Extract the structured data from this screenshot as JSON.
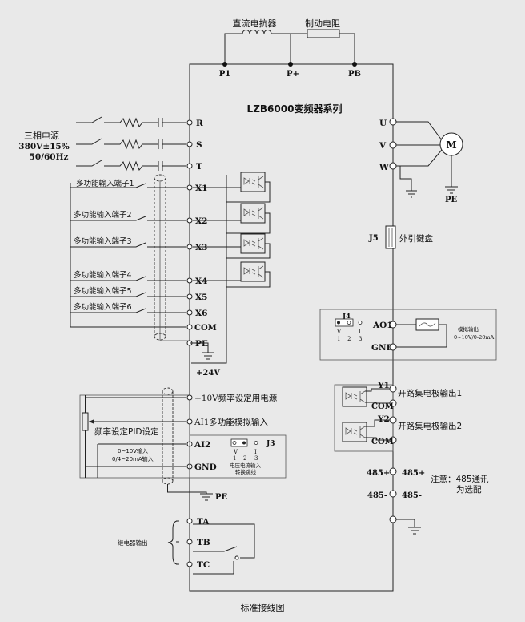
{
  "title": "LZB6000变频器系列",
  "caption": "标准接线图",
  "top": {
    "reactor": "直流电抗器",
    "resistor": "制动电阻",
    "p1": "P1",
    "pplus": "P+",
    "pb": "PB"
  },
  "power": {
    "line1": "三相电源",
    "line2": "380V±15%",
    "line3": "50/60Hz",
    "terminals": [
      "R",
      "S",
      "T"
    ]
  },
  "inputs": {
    "labels": [
      "多功能输入端子1",
      "多功能输入端子2",
      "多功能输入端子3",
      "多功能输入端子4",
      "多功能输入端子5",
      "多功能输入端子6"
    ],
    "terminals": [
      "X1",
      "X2",
      "X3",
      "X4",
      "X5",
      "X6",
      "COM",
      "PE"
    ],
    "v24": "+24V"
  },
  "analog": {
    "ref10v": "+10V频率设定用电源",
    "ai1": "AI1多功能模拟输入",
    "pid": "频率设定PID设定",
    "ai2": "AI2",
    "gnd": "GND",
    "ai2_note1": "0~10V输入",
    "ai2_note2": "0/4~20mA输入",
    "j3": "J3",
    "j3_v": "V",
    "j3_i": "I",
    "j3_n1": "1",
    "j3_n2": "2",
    "j3_n3": "3",
    "j3_note1": "电压电流输入",
    "j3_note2": "转换跳线",
    "pe": "PE"
  },
  "relay": {
    "label": "继电器输出",
    "ta": "TA",
    "tb": "TB",
    "tc": "TC"
  },
  "motor": {
    "u": "U",
    "v": "V",
    "w": "W",
    "m": "M",
    "pe": "PE"
  },
  "keyboard": {
    "j5": "J5",
    "label": "外引键盘"
  },
  "ao": {
    "j4": "J4",
    "j4_v": "V",
    "j4_i": "I",
    "j4_n1": "1",
    "j4_n2": "2",
    "j4_n3": "3",
    "ao1": "AO1",
    "gnd": "GND",
    "note1": "模拟输出",
    "note2": "0~10V/0-20mA"
  },
  "outputs": {
    "y1": "Y1",
    "y1_label": "开路集电极输出1",
    "com1": "COM",
    "y2": "Y2",
    "y2_label": "开路集电极输出2",
    "com2": "COM"
  },
  "rs485": {
    "p_left": "485+",
    "p_right": "485+",
    "n_left": "485-",
    "n_right": "485-",
    "note1": "注意：485通讯",
    "note2": "为选配"
  }
}
